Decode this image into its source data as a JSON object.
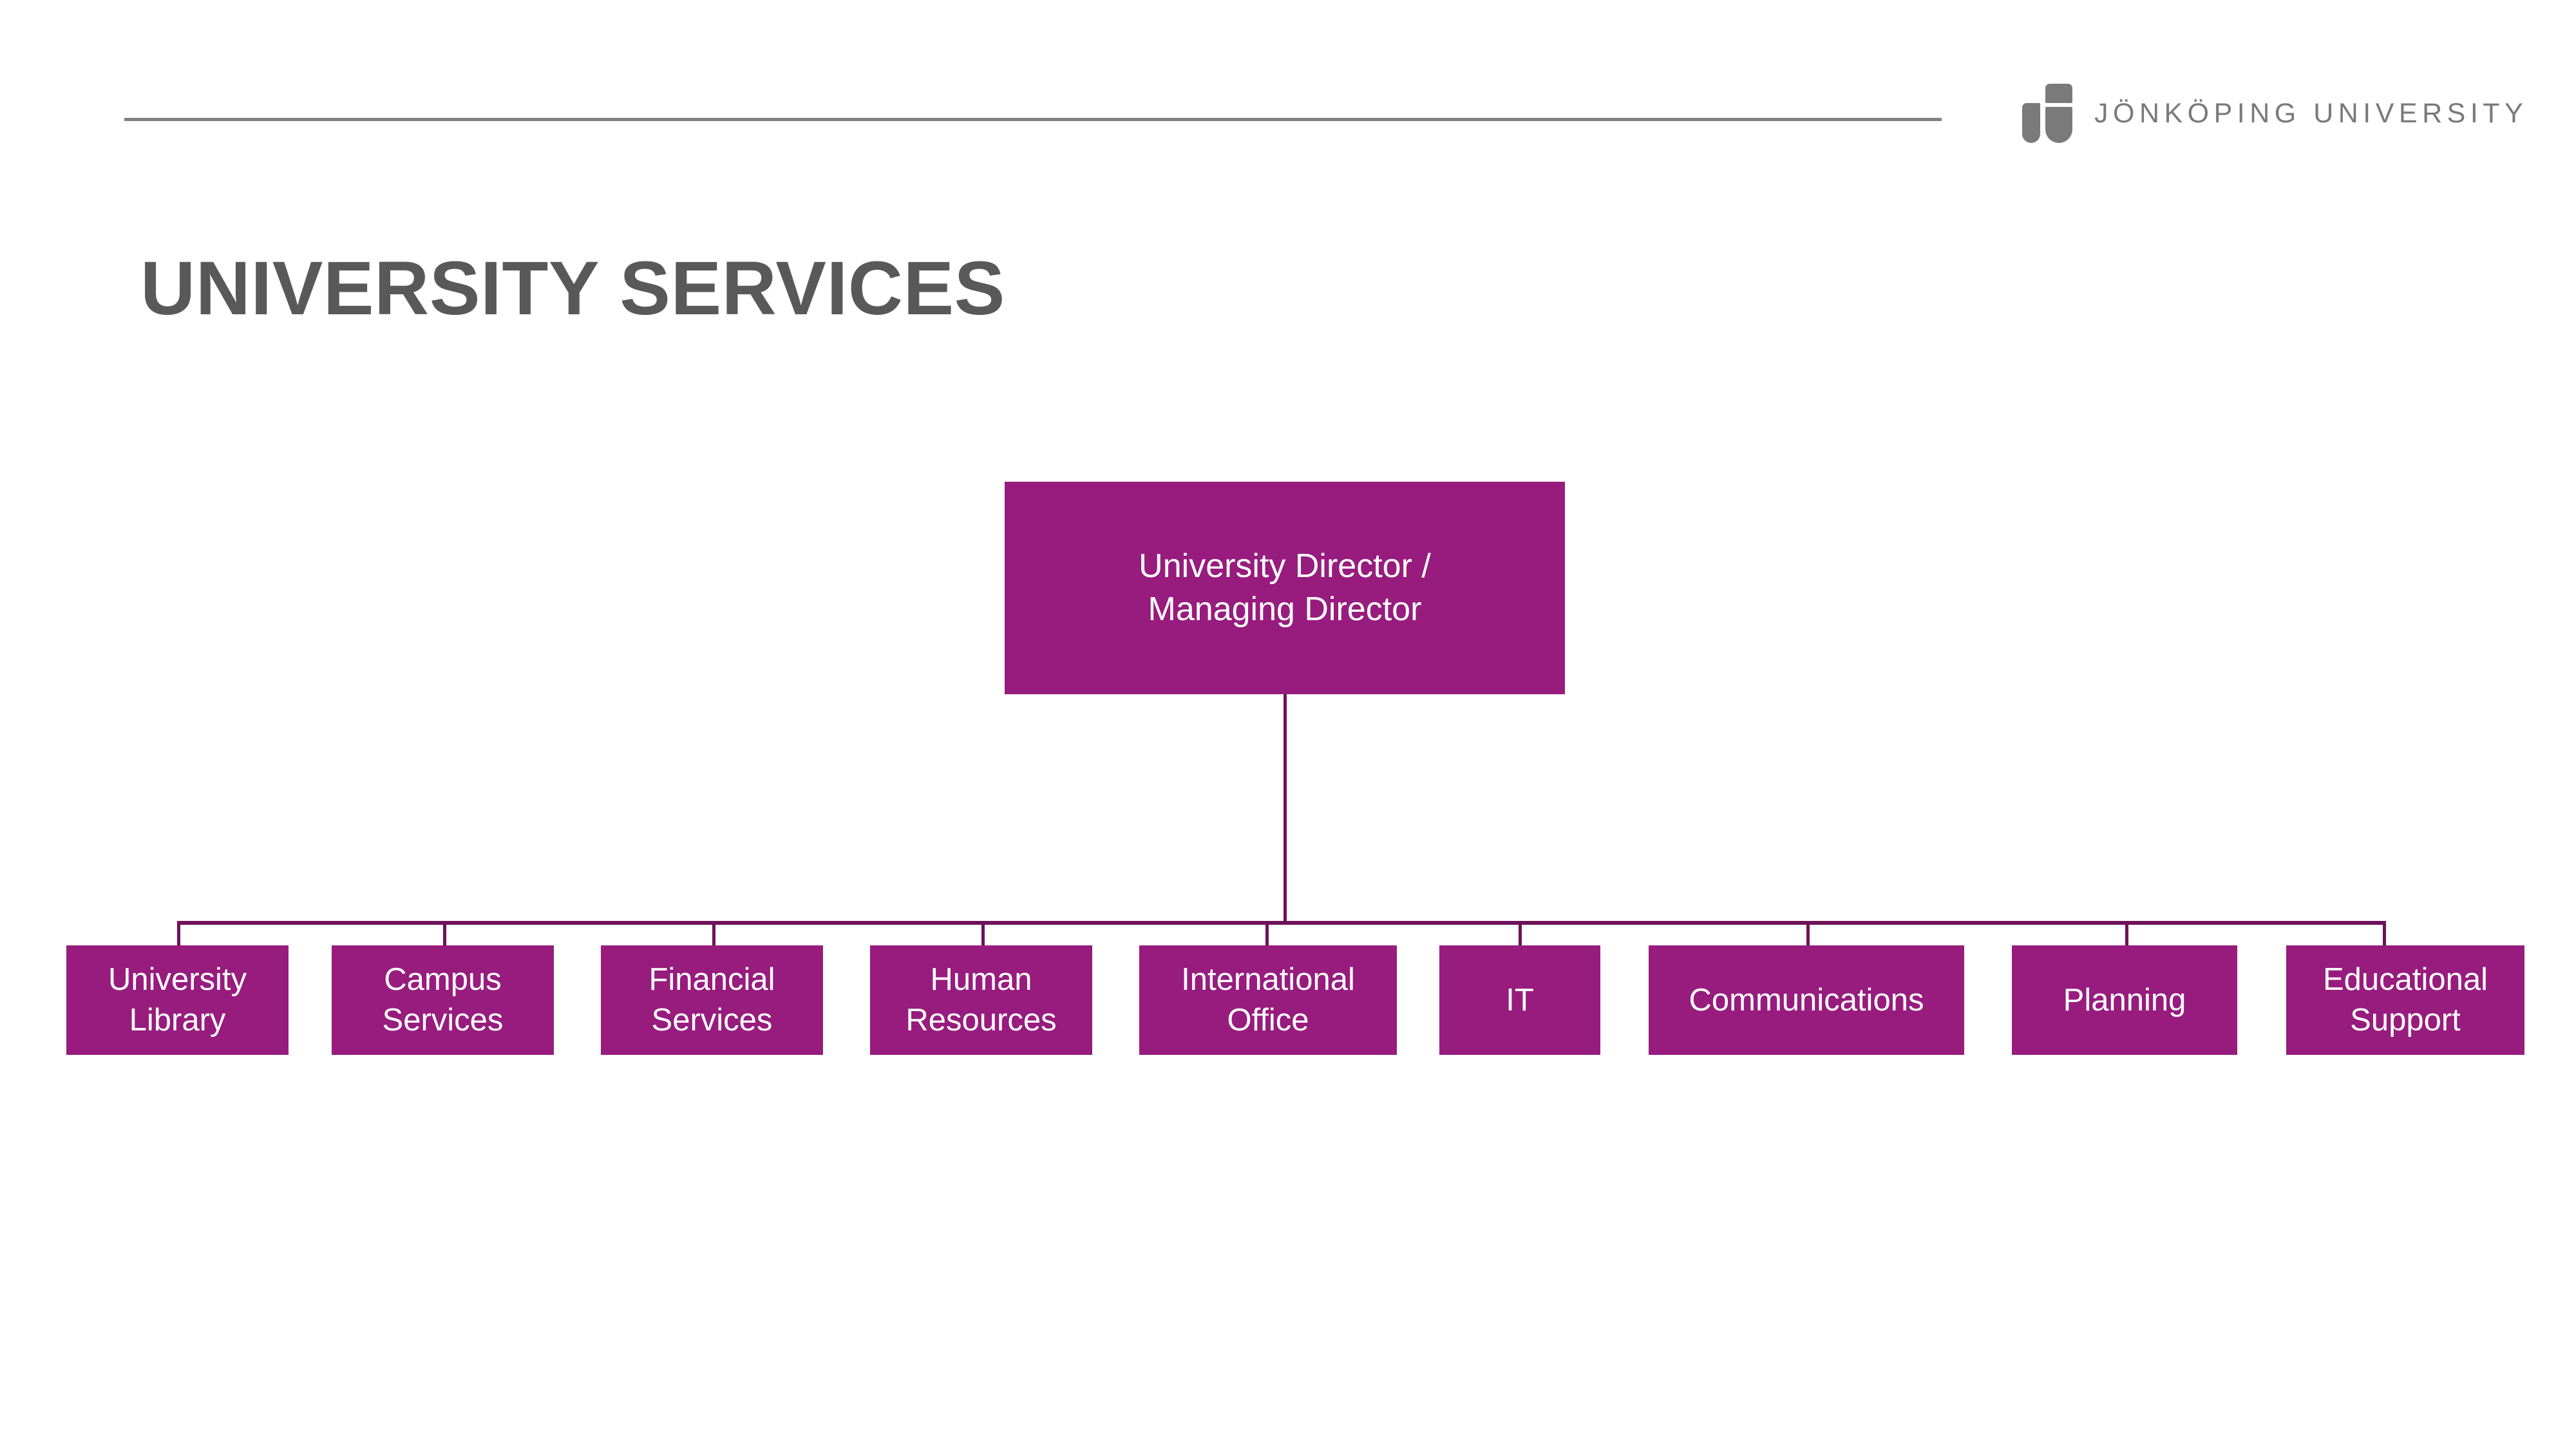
{
  "brand": {
    "name": "JÖNKÖPING UNIVERSITY",
    "mark_icon": "jonkoping-j-logo-icon",
    "color": "#7a7a7a"
  },
  "page": {
    "title": "UNIVERSITY SERVICES",
    "title_color": "#595959",
    "background": "#ffffff",
    "rule_color": "#808080"
  },
  "theme": {
    "node_fill": "#971c7e",
    "node_text": "#ffffff",
    "connector": "#6e1259"
  },
  "chart_data": {
    "type": "org-chart",
    "title": "UNIVERSITY SERVICES",
    "orientation": "top-down",
    "levels": 2,
    "root": {
      "id": "university-director",
      "label": "University Director /\nManaging Director",
      "lines": [
        "University Director /",
        "Managing Director"
      ]
    },
    "children": [
      {
        "id": "university-library",
        "label": "University\nLibrary",
        "lines": [
          "University",
          "Library"
        ]
      },
      {
        "id": "campus-services",
        "label": "Campus\nServices",
        "lines": [
          "Campus",
          "Services"
        ]
      },
      {
        "id": "financial-services",
        "label": "Financial\nServices",
        "lines": [
          "Financial",
          "Services"
        ]
      },
      {
        "id": "human-resources",
        "label": "Human\nResources",
        "lines": [
          "Human",
          "Resources"
        ]
      },
      {
        "id": "international-office",
        "label": "International\nOffice",
        "lines": [
          "International",
          "Office"
        ]
      },
      {
        "id": "it",
        "label": "IT",
        "lines": [
          "IT"
        ]
      },
      {
        "id": "communications",
        "label": "Communications",
        "lines": [
          "Communications"
        ]
      },
      {
        "id": "planning",
        "label": "Planning",
        "lines": [
          "Planning"
        ]
      },
      {
        "id": "educational-support",
        "label": "Educational\nSupport",
        "lines": [
          "Educational",
          "Support"
        ]
      }
    ],
    "child_count": 9
  }
}
